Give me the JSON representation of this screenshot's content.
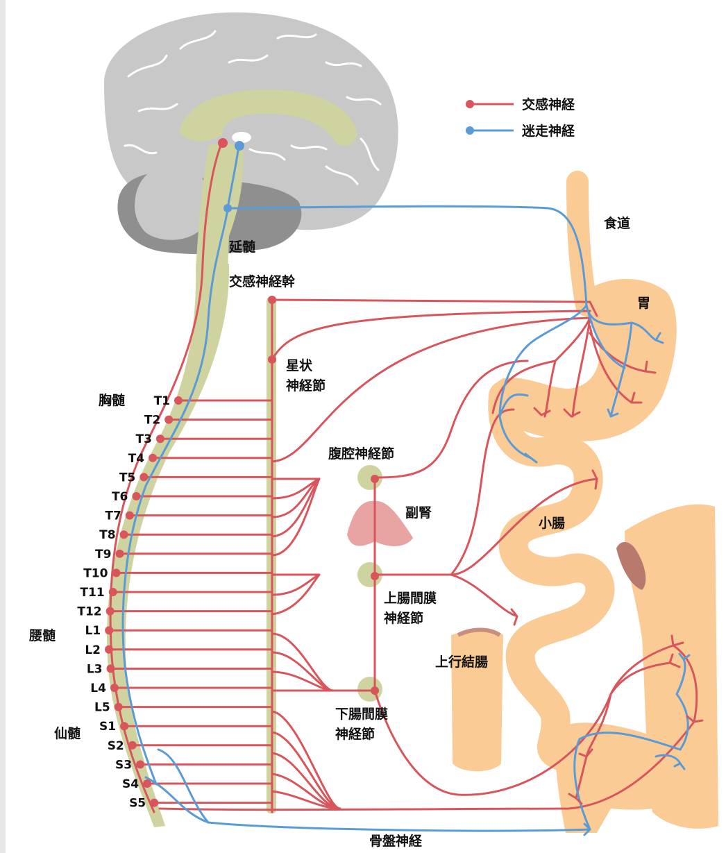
{
  "legend": {
    "sympathetic": {
      "label": "交感神経",
      "color": "#d8555b"
    },
    "vagus": {
      "label": "迷走神経",
      "color": "#5b9bd5"
    }
  },
  "labels": {
    "medulla": "延髄",
    "sympathetic_trunk": "交感神経幹",
    "stellate_1": "星状",
    "stellate_2": "神経節",
    "celiac_ganglion": "腹腔神経節",
    "adrenal": "副腎",
    "superior_mesenteric_1": "上腸間膜",
    "superior_mesenteric_2": "神経節",
    "inferior_mesenteric_1": "下腸間膜",
    "inferior_mesenteric_2": "神経節",
    "esophagus": "食道",
    "stomach": "胃",
    "small_intestine": "小腸",
    "ascending_colon": "上行結腸",
    "pelvic_nerve": "骨盤神経",
    "thoracic": "胸髄",
    "lumbar": "腰髄",
    "sacral": "仙髄"
  },
  "segments": [
    "T1",
    "T2",
    "T3",
    "T4",
    "T5",
    "T6",
    "T7",
    "T8",
    "T9",
    "T10",
    "T11",
    "T12",
    "L1",
    "L2",
    "L3",
    "L4",
    "L5",
    "S1",
    "S2",
    "S3",
    "S4",
    "S5"
  ],
  "colors": {
    "brain": "#c8c8c8",
    "cerebellum": "#8f8f8f",
    "cord": "#cfd3a0",
    "gut": "#fbcb96",
    "adrenal": "#e8a3a3",
    "spleen": "#b97a6e"
  }
}
